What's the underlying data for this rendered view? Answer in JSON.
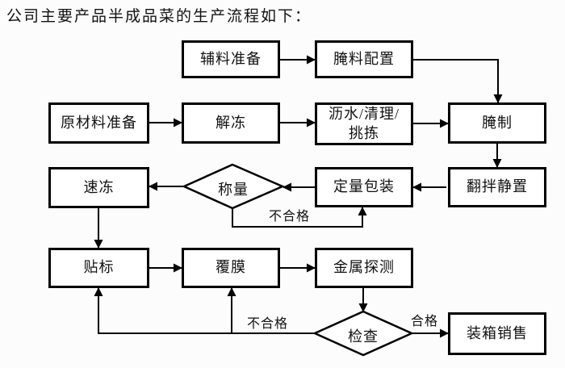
{
  "title": "公司主要产品半成品菜的生产流程如下：",
  "colors": {
    "background": "#fcfcfc",
    "line": "#000000",
    "box_border": "#000000",
    "box_fill": "#ffffff",
    "text": "#111111"
  },
  "flowchart": {
    "nodes": {
      "auxiliary_prep": {
        "label": "辅料准备",
        "shape": "rect"
      },
      "marinade_mix": {
        "label": "腌料配置",
        "shape": "rect"
      },
      "raw_material_prep": {
        "label": "原材料准备",
        "shape": "rect"
      },
      "thawing": {
        "label": "解冻",
        "shape": "rect"
      },
      "drain_clean_sort": {
        "label": "沥水/清理/挑拣",
        "shape": "rect"
      },
      "marinating": {
        "label": "腌制",
        "shape": "rect"
      },
      "quick_freeze": {
        "label": "速冻",
        "shape": "rect"
      },
      "weighing": {
        "label": "称量",
        "shape": "diamond"
      },
      "quantitative_packing": {
        "label": "定量包装",
        "shape": "rect"
      },
      "mix_and_rest": {
        "label": "翻拌静置",
        "shape": "rect"
      },
      "labeling": {
        "label": "贴标",
        "shape": "rect"
      },
      "film_coating": {
        "label": "覆膜",
        "shape": "rect"
      },
      "metal_detection": {
        "label": "金属探测",
        "shape": "rect"
      },
      "inspection": {
        "label": "检查",
        "shape": "diamond"
      },
      "boxing_sales": {
        "label": "装箱销售",
        "shape": "rect"
      }
    },
    "edge_labels": {
      "weighing_fail": "不合格",
      "inspection_fail": "不合格",
      "inspection_pass": "合格"
    },
    "edges": [
      {
        "from": "辅料准备",
        "to": "腌料配置"
      },
      {
        "from": "腌料配置",
        "to": "腌制"
      },
      {
        "from": "原材料准备",
        "to": "解冻"
      },
      {
        "from": "解冻",
        "to": "沥水/清理/挑拣"
      },
      {
        "from": "沥水/清理/挑拣",
        "to": "腌制"
      },
      {
        "from": "腌制",
        "to": "翻拌静置"
      },
      {
        "from": "翻拌静置",
        "to": "定量包装"
      },
      {
        "from": "定量包装",
        "to": "称量"
      },
      {
        "from": "称量",
        "to": "速冻"
      },
      {
        "from": "称量",
        "to": "定量包装",
        "label": "不合格"
      },
      {
        "from": "速冻",
        "to": "贴标"
      },
      {
        "from": "贴标",
        "to": "覆膜"
      },
      {
        "from": "覆膜",
        "to": "金属探测"
      },
      {
        "from": "金属探测",
        "to": "检查"
      },
      {
        "from": "检查",
        "to": "装箱销售",
        "label": "合格"
      },
      {
        "from": "检查",
        "to": "覆膜",
        "label": "不合格"
      },
      {
        "from": "检查",
        "to": "贴标",
        "label": "不合格"
      }
    ]
  }
}
